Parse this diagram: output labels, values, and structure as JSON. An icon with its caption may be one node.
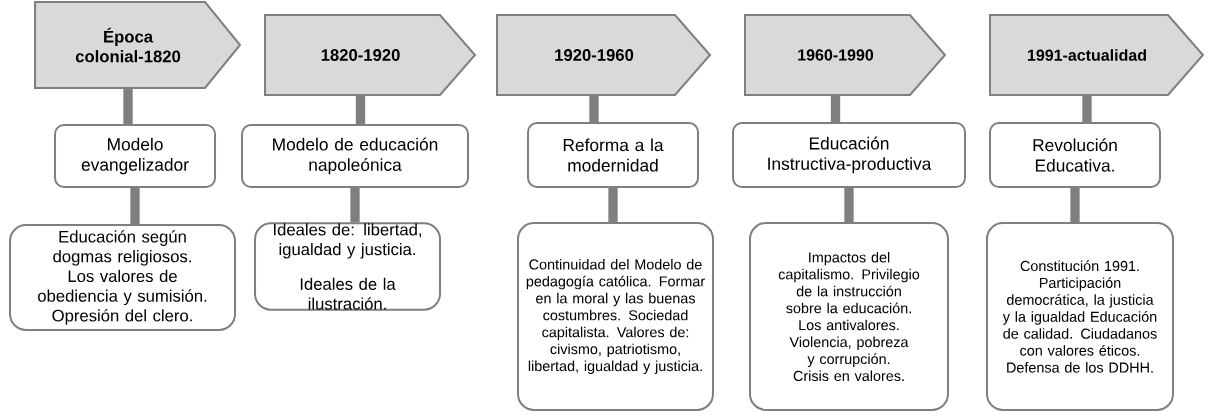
{
  "diagram": {
    "nodes": [
      {
        "text": [
          "Época colonial-1820"
        ]
      },
      {
        "text": [
          "Modelo evangelizador"
        ]
      },
      {
        "text": [
          "Educación según dogmas religiosos. Los valores de obediencia y sumisión. Opresión del clero."
        ]
      },
      {
        "text": [
          "1820-1920"
        ]
      },
      {
        "text": [
          "Modelo de educación napoleónica"
        ]
      },
      {
        "text": [
          "Ideales de: libertad, igualdad y justicia.",
          "Ideales de la ilustración."
        ]
      },
      {
        "text": [
          "1920-1960"
        ]
      },
      {
        "text": [
          "Reforma a la modernidad"
        ]
      },
      {
        "text": [
          "Continuidad del Modelo de pedagogía católica. Formar en la moral y las buenas costumbres. Sociedad capitalista. Valores de: civismo, patriotismo, libertad, igualdad y justicia."
        ]
      },
      {
        "text": [
          "1960-1990"
        ]
      },
      {
        "text": [
          "Educación Instructiva-productiva"
        ]
      },
      {
        "text": [
          "Impactos del capitalismo. Privilegio de la instrucción sobre la educación. Los antivalores. Violencia, pobreza y corrupción. Crisis en valores."
        ]
      },
      {
        "text": [
          "1991-actualidad"
        ]
      },
      {
        "text": [
          "Revolución Educativa."
        ]
      },
      {
        "text": [
          "Constitución 1991. Participación democrática, la justicia y la igualdad Educación de calidad. Ciudadanos con valores éticos. Defensa de los DDHH."
        ]
      }
    ],
    "edges": [
      {
        "from": 0,
        "to": 1,
        "arrow": "none"
      },
      {
        "from": 1,
        "to": 2,
        "arrow": "none"
      },
      {
        "from": 3,
        "to": 4,
        "arrow": "none"
      },
      {
        "from": 4,
        "to": 5,
        "arrow": "none"
      },
      {
        "from": 6,
        "to": 7,
        "arrow": "none"
      },
      {
        "from": 7,
        "to": 8,
        "arrow": "none"
      },
      {
        "from": 9,
        "to": 10,
        "arrow": "none"
      },
      {
        "from": 10,
        "to": 11,
        "arrow": "none"
      },
      {
        "from": 12,
        "to": 13,
        "arrow": "none"
      },
      {
        "from": 13,
        "to": 14,
        "arrow": "none"
      }
    ]
  }
}
